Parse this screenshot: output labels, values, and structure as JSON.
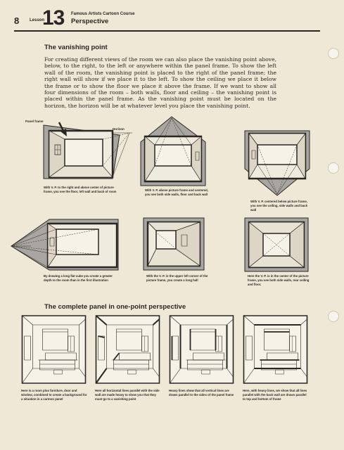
{
  "header": {
    "page_number": "8",
    "lesson_label": "Lesson",
    "lesson_number": "13",
    "course": "Famous Artists Cartoon Course",
    "topic": "Perspective"
  },
  "section1": {
    "title": "The vanishing point",
    "body": "For creating different views of the room we can also place the vanishing point above, below, to the right, to the left or anywhere within the panel frame. To show the left wall of the room, the vanishing point is placed to the right of the panel frame; the right wall will show if we place it to the left. To show the ceiling we place it below the frame or to show the floor we place it above the frame. If we want to show all four dimensions of the room – both walls, floor and ceiling – the vanishing point is placed within the panel frame. As the vanishing point must be located on the horizon, the horizon will be at whatever level you place the vanishing point."
  },
  "diagram_labels": {
    "panel_frame": "Panel frame",
    "horizon": "Horizon"
  },
  "diagrams": [
    {
      "caption": "With V. P. to the right and above center of picture frame, you see the floor, left wall and back of room"
    },
    {
      "caption": "With V. P. above picture frame and centered, you see both side walls, floor and back wall"
    },
    {
      "caption": "With V. P. centered below picture frame, you see the ceiling, side walls and back wall"
    },
    {
      "caption": "By drawing a long flat cube you create a greater depth to the room than in the first illustration"
    },
    {
      "caption": "With the V. P. in the upper left corner of the picture frame, you create a long hall"
    },
    {
      "caption": "Here the V. P. is in the center of the picture frame, you see both side walls, rear ceiling and floor."
    }
  ],
  "section2": {
    "title": "The complete panel in one-point perspective"
  },
  "panels": [
    {
      "caption": "Here is a room plus furniture, door and window, combined to create a background for a situation in a cartoon panel"
    },
    {
      "caption": "Here all horizontal lines parallel with the side wall are made heavy to show you that they must go to a vanishing point"
    },
    {
      "caption": "Heavy lines show that all vertical lines are drawn parallel to the sides of the panel frame"
    },
    {
      "caption": "Here, with heavy lines, we show that all lines parallel with the back wall are drawn parallel to top and bottom of frame"
    }
  ],
  "colors": {
    "paper": "#efe8d6",
    "ink": "#2a2622",
    "shade": "#a9a6a2"
  }
}
